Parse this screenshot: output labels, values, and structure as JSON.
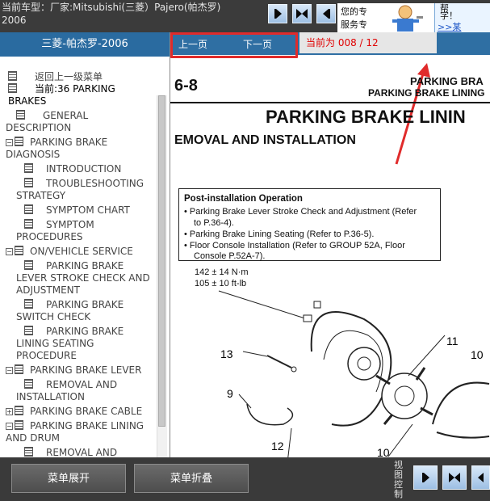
{
  "header": {
    "vehicle_info_line1": "当前车型：厂家:Mitsubishi(三菱）Pajero(帕杰罗)",
    "vehicle_info_line2": "2006"
  },
  "ad": {
    "text_line1": "您的专",
    "text_line2": "服务专",
    "bubble_text_line1": "帮",
    "bubble_text_line2": "字！",
    "link": ">>某"
  },
  "sidebar": {
    "title": "三菱-帕杰罗-2006",
    "items": [
      {
        "label": "返回上一级菜单"
      },
      {
        "label": "当前:36 PARKING BRAKES"
      },
      {
        "label": "GENERAL DESCRIPTION"
      },
      {
        "label": "PARKING BRAKE DIAGNOSIS"
      },
      {
        "label": "INTRODUCTION"
      },
      {
        "label": "TROUBLESHOOTING STRATEGY"
      },
      {
        "label": "SYMPTOM CHART"
      },
      {
        "label": "SYMPTOM PROCEDURES"
      },
      {
        "label": "ON/VEHICLE SERVICE"
      },
      {
        "label": "PARKING BRAKE LEVER STROKE CHECK AND ADJUSTMENT"
      },
      {
        "label": "PARKING BRAKE SWITCH CHECK"
      },
      {
        "label": "PARKING BRAKE LINING SEATING PROCEDURE"
      },
      {
        "label": "PARKING BRAKE LEVER"
      },
      {
        "label": "REMOVAL AND INSTALLATION"
      },
      {
        "label": "PARKING BRAKE CABLE"
      },
      {
        "label": "PARKING BRAKE LINING AND DRUM"
      },
      {
        "label": "REMOVAL AND"
      }
    ]
  },
  "pager": {
    "prev": "上一页",
    "next": "下一页",
    "status": "当前为 008 / 12"
  },
  "document": {
    "page_number": "6-8",
    "header_right1": "PARKING BRA",
    "header_right2": "PARKING BRAKE LINING",
    "title": "PARKING BRAKE LININ",
    "section": "EMOVAL AND INSTALLATION",
    "box_title": "Post-installation Operation",
    "box_items": [
      "Parking Brake Lever Stroke Check and Adjustment (Refer",
      "to P.36-4).",
      "Parking Brake Lining Seating (Refer to P.36-5).",
      "Floor Console Installation (Refer to GROUP 52A, Floor",
      "Console P.52A-7)."
    ],
    "torque_1": "142 ± 14 N·m",
    "torque_2": "105 ± 10 ft-lb",
    "callouts": [
      "13",
      "11",
      "10",
      "9",
      "12",
      "10"
    ]
  },
  "footer": {
    "expand": "菜单展开",
    "collapse": "菜单折叠",
    "view_control": "视图控制"
  }
}
